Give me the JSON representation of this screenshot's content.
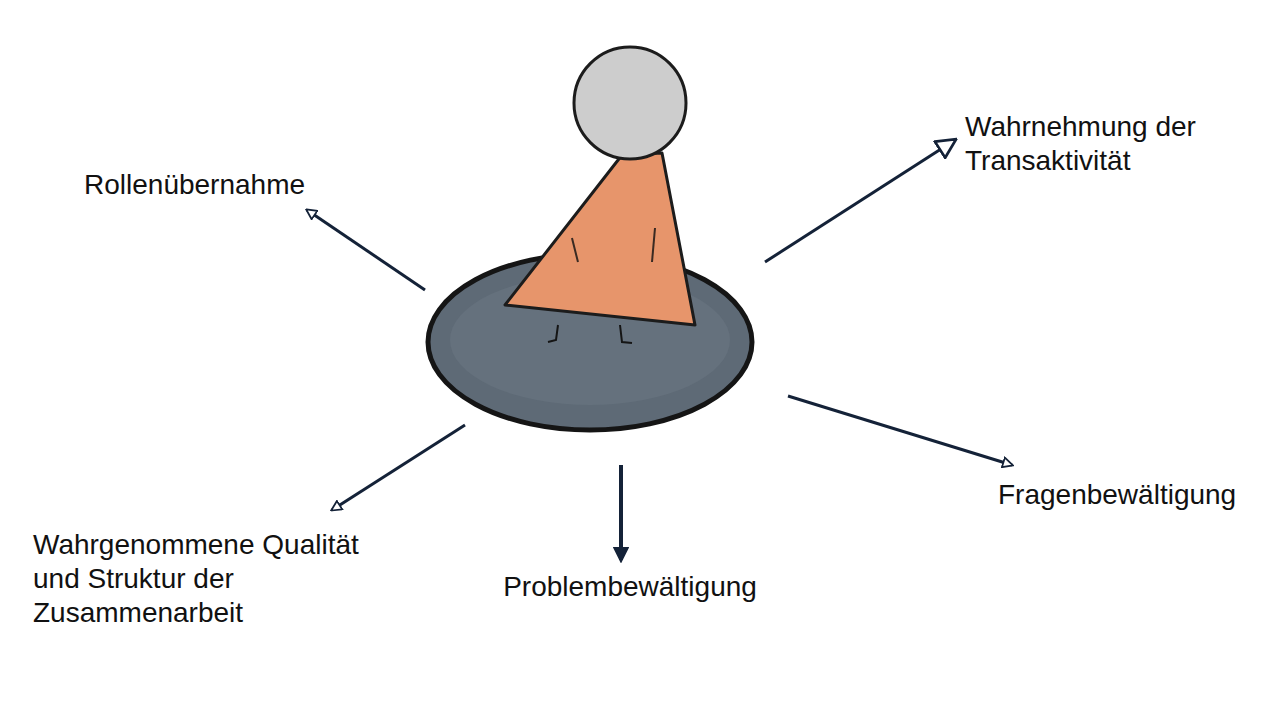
{
  "diagram": {
    "labels": [
      "Rollenübernahme",
      "Wahrnehmung der Transaktivität",
      "Fragenbewältigung",
      "Problembewältigung",
      "Wahrgenommene Qualität und Struktur der Zusammenarbeit"
    ]
  }
}
